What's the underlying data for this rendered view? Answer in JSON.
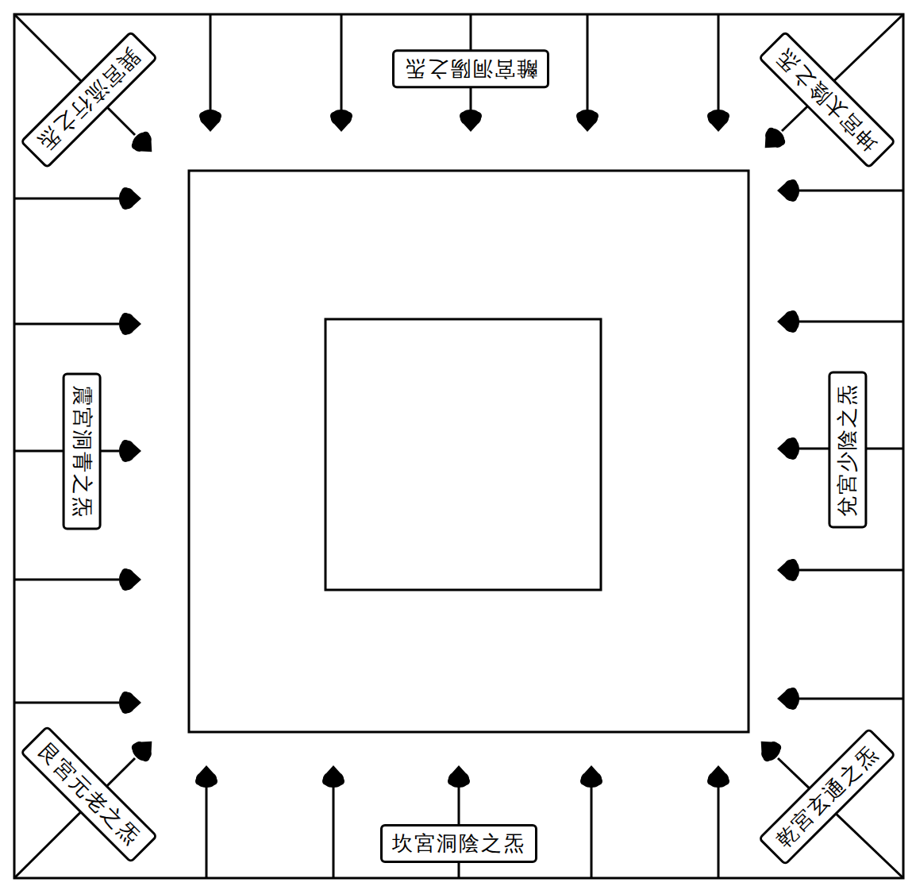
{
  "diagram": {
    "nodes": [
      {
        "text": [
          "巽宮流行之炁"
        ]
      },
      {
        "text": [
          "離宮洞陽之炁"
        ]
      },
      {
        "text": [
          "坤宮太陰之炁"
        ]
      },
      {
        "text": [
          "震宮洞青之炁"
        ]
      },
      {
        "text": [
          "兌宮少陰之炁"
        ]
      },
      {
        "text": [
          "艮宮元老之炁"
        ]
      },
      {
        "text": [
          "坎宮洞陰之炁"
        ]
      },
      {
        "text": [
          "乾宮玄通之炁"
        ]
      }
    ]
  }
}
